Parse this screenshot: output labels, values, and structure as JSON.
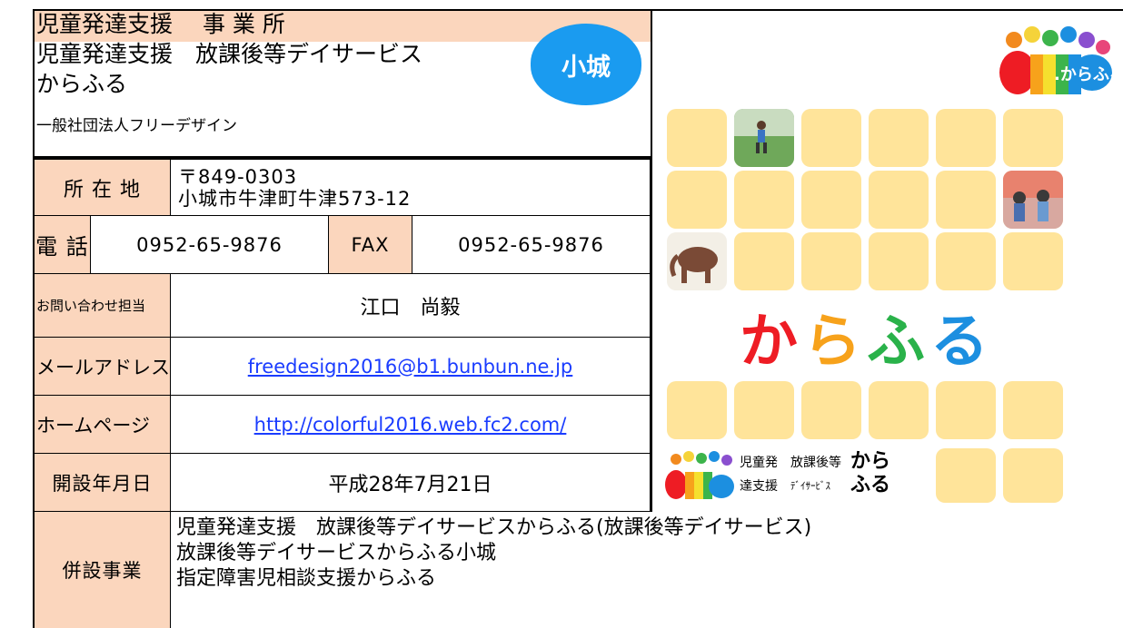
{
  "header": {
    "line1": "児童発達支援　 事 業 所",
    "line2": "児童発達支援　放課後等デイサービス",
    "line3": "からふる",
    "corporation": "一般社団法人フリーデザイン",
    "area_badge": "小城"
  },
  "table": {
    "address_label": "所 在 地",
    "postal": "〒849-0303",
    "address": "小城市牛津町牛津573-12",
    "phone_label": "電 話",
    "phone": "0952-65-9876",
    "fax_label": "FAX",
    "fax": "0952-65-9876",
    "contact_label": "お問い合わせ担当",
    "contact": "江口　尚毅",
    "email_label": "メールアドレス",
    "email": "freedesign2016@b1.bunbun.ne.jp",
    "homepage_label": "ホームページ",
    "homepage": "http://colorful2016.web.fc2.com/",
    "opened_label": "開設年月日",
    "opened": "平成28年7月21日",
    "business_label": "併設事業",
    "businesses": [
      "児童発達支援　放課後等デイサービスからふる(放課後等デイサービス)",
      "放課後等デイサービスからふる小城",
      "指定障害児相談支援からふる"
    ]
  },
  "panel": {
    "logo_chars": [
      "か",
      "ら",
      "ふ",
      "る"
    ],
    "logo_colors": [
      "#ee1c24",
      "#f7a21b",
      "#2ab24a",
      "#1c8fe0"
    ],
    "footer_t1": "児童発",
    "footer_t2": "達支援",
    "footer_t3": "放課後等",
    "footer_t4": "ﾃﾞｲｻｰﾋﾞｽ",
    "footer_k1": "から",
    "footer_k2": "ふる"
  },
  "colors": {
    "label_bg": "#fbd6bd",
    "badge_bg": "#1a9bf0",
    "tile": "#ffe49a",
    "link": "#1a3cff"
  }
}
